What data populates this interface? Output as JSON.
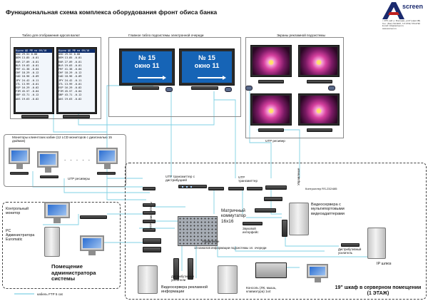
{
  "title": "Функциональная схема комплекса оборудования фронт обиса банка",
  "logo": {
    "brand": "screen",
    "contact": "г. СПб, наб. р. Фонтанки, д.117 (офис 3Б)\nТел.: (812) 719-6097, 717-9799, 570-0790\nE-mail: info@ascreen.ru\nwww.ascreen.ru"
  },
  "sections": {
    "rates_board": "Табло для отображения курсов валют",
    "queue_board": "Главное табло подсистемы электронной очереди",
    "ad_screens": "Экраны рекламной подсистемы",
    "client_monitors": "Мониторы клиентских кабин (12 LCD мониторов с диагональю 15 дюймов)",
    "admin_room": "Помещение администратора системы",
    "server_room": "19\" шкаф в серверном помещении (1 ЭТАЖ)"
  },
  "queue_screens": [
    {
      "line1": "№ 15",
      "line2": "окно 11"
    },
    {
      "line1": "№ 15",
      "line2": "окно 11"
    }
  ],
  "rates_table": {
    "header": [
      "Курсы ЦБ РФ на",
      "09/10"
    ],
    "rows": [
      [
        "USD",
        "29.52",
        "0.00"
      ],
      [
        "DEM",
        "13.85",
        "-0.01"
      ],
      [
        "EUR",
        "27.09",
        "-0.01"
      ],
      [
        "BLR",
        "19.03",
        "-0.01"
      ],
      [
        "FRF",
        "41.38",
        "-0.04"
      ],
      [
        "CHF",
        "18.29",
        "-0.12"
      ],
      [
        "CAD",
        "18.96",
        "-0.09"
      ],
      [
        "JPY",
        "24.42",
        "-0.11"
      ],
      [
        "ITL",
        "13.99",
        "-0.01"
      ],
      [
        "ESP",
        "16.29",
        "-0.02"
      ],
      [
        "FIM",
        "45.57",
        "-0.04"
      ],
      [
        "SBP",
        "43.71",
        "-0.12"
      ],
      [
        "AUS",
        "19.63",
        "-0.02"
      ]
    ]
  },
  "labels": {
    "utp_receivers": "UTP ресиверы",
    "utp_receiver": "UTP ресивер",
    "utp_tx_distrib": "UTP трансмиттер с дистрибуцией",
    "utp_tx": "UTP трансмиттер",
    "utp_tx_vertical": "UTP трансмиттеры",
    "control": "Управление",
    "rs232": "Контроллер RS-232/485",
    "matrix": "Матричный коммутатор 16x16",
    "sound": "Звуковой интерфейс",
    "video_servers_multi": "Видеосервера с мультипортовыми видеоадаптерами",
    "distrib_amp": "Дистрибутивный усилитель",
    "ip_gateway": "IP шлюз",
    "control_monitor": "Контрольный монитор",
    "pc_admin": "PC Администратора Euromatic",
    "channels": "14 каналов информации подсистемы эл. очереди",
    "control2": "Управление",
    "distrib_amps": "Дистрибутивные усилители",
    "ad_video_servers": "Видеосервера рекламной информации",
    "console": "Консоль (ЛК, мышь, клавиатура) 1x4",
    "legend_ftp": "кабель FTP 5 cat"
  }
}
